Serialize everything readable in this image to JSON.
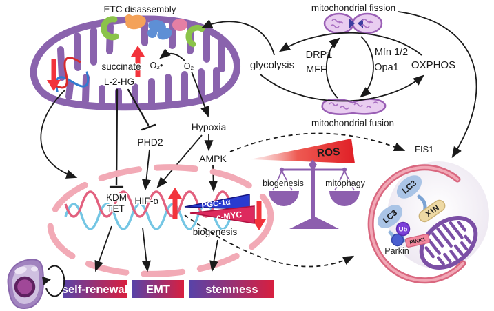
{
  "figure": {
    "etc": {
      "title": "ETC disassembly",
      "succinate": "succinate",
      "l2hg": "L-2-HG",
      "superoxide": "O₂•-",
      "oxygen": "O₂"
    },
    "cycle": {
      "fission": "mitochondrial fission",
      "fusion": "mitochondrial fusion",
      "glycolysis": "glycolysis",
      "drp1": "DRP1",
      "mff": "MFF",
      "mfn": "Mfn 1/2",
      "opa1": "Opa1",
      "oxphos": "OXPHOS"
    },
    "signaling": {
      "hypoxia": "Hypoxia",
      "phd2": "PHD2",
      "ampk": "AMPK",
      "fis1": "FIS1"
    },
    "balance": {
      "ros": "ROS",
      "left_pan": "biogenesis",
      "right_pan": "mitophagy"
    },
    "nucleus": {
      "kdm": "KDM",
      "tet": "TET",
      "hif": "HIF-α",
      "pgc1a": "PGC-1α",
      "cmyc": "c-MYC",
      "biogenesis": "biogenesis"
    },
    "mitophagy": {
      "lc3_upper": "LC3",
      "lc3_lower": "LC3",
      "nix": "NIX",
      "ub": "Ub",
      "pink1": "PINK1",
      "parkin": "Parkin"
    },
    "outcomes": {
      "self_renewal": "self-renewal",
      "emt": "EMT",
      "stemness": "stemness"
    }
  },
  "colors": {
    "mito_purple": "#8a63ad",
    "mini_mito_fill": "#e9cdf0",
    "mini_mito_stroke": "#9a5fb5",
    "fission_pinch_blue": "#3d3da0",
    "nucleus_pink": "#f2aab6",
    "dna_pink": "#e2607e",
    "dna_blue": "#74c6e4",
    "red_arrow": "#f2333b",
    "ros_red": "#e01f26",
    "ros_text": "#bb0a0a",
    "balance_purple": "#8d5fae",
    "wedge_blue": "#2a3bd0",
    "wedge_pink": "#dd2a5e",
    "box_gradient_left": "#5843a8",
    "box_gradient_right": "#d81f3f",
    "phagophore_pink": "#d9677f",
    "lc3_blue": "#aac4e6",
    "nix_tan": "#eed9a4",
    "ub_purple": "#7c3fd8",
    "pink1_pink": "#f2879d",
    "etc_green": "#8bc34a",
    "etc_orange": "#f4a259",
    "etc_blue": "#5e8fd5",
    "etc_pink": "#e57fa4",
    "cell_outer": "#a183bf",
    "cell_nucleus": "#a04898"
  }
}
